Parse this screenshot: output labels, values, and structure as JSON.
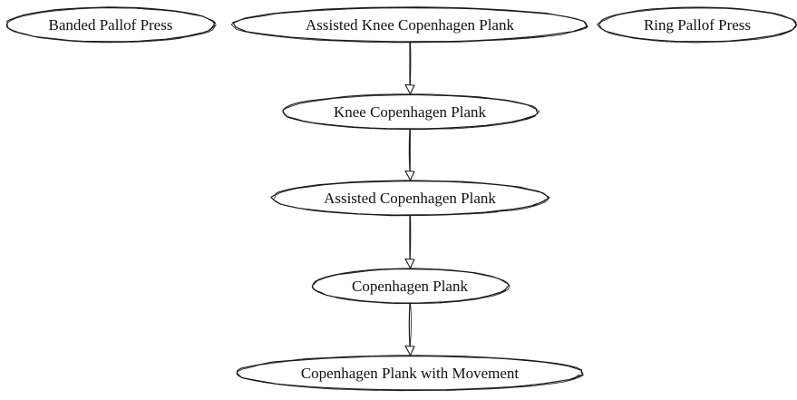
{
  "nodes": [
    {
      "id": "banded-pallof-press",
      "label": "Banded Pallof Press"
    },
    {
      "id": "assisted-knee-copenhagen-plank",
      "label": "Assisted Knee Copenhagen Plank"
    },
    {
      "id": "ring-pallof-press",
      "label": "Ring Pallof Press"
    },
    {
      "id": "knee-copenhagen-plank",
      "label": "Knee Copenhagen Plank"
    },
    {
      "id": "assisted-copenhagen-plank",
      "label": "Assisted Copenhagen Plank"
    },
    {
      "id": "copenhagen-plank",
      "label": "Copenhagen Plank"
    },
    {
      "id": "copenhagen-plank-with-movement",
      "label": "Copenhagen Plank with Movement"
    }
  ],
  "edges": [
    {
      "from": "assisted-knee-copenhagen-plank",
      "to": "knee-copenhagen-plank"
    },
    {
      "from": "knee-copenhagen-plank",
      "to": "assisted-copenhagen-plank"
    },
    {
      "from": "assisted-copenhagen-plank",
      "to": "copenhagen-plank"
    },
    {
      "from": "copenhagen-plank",
      "to": "copenhagen-plank-with-movement"
    }
  ]
}
